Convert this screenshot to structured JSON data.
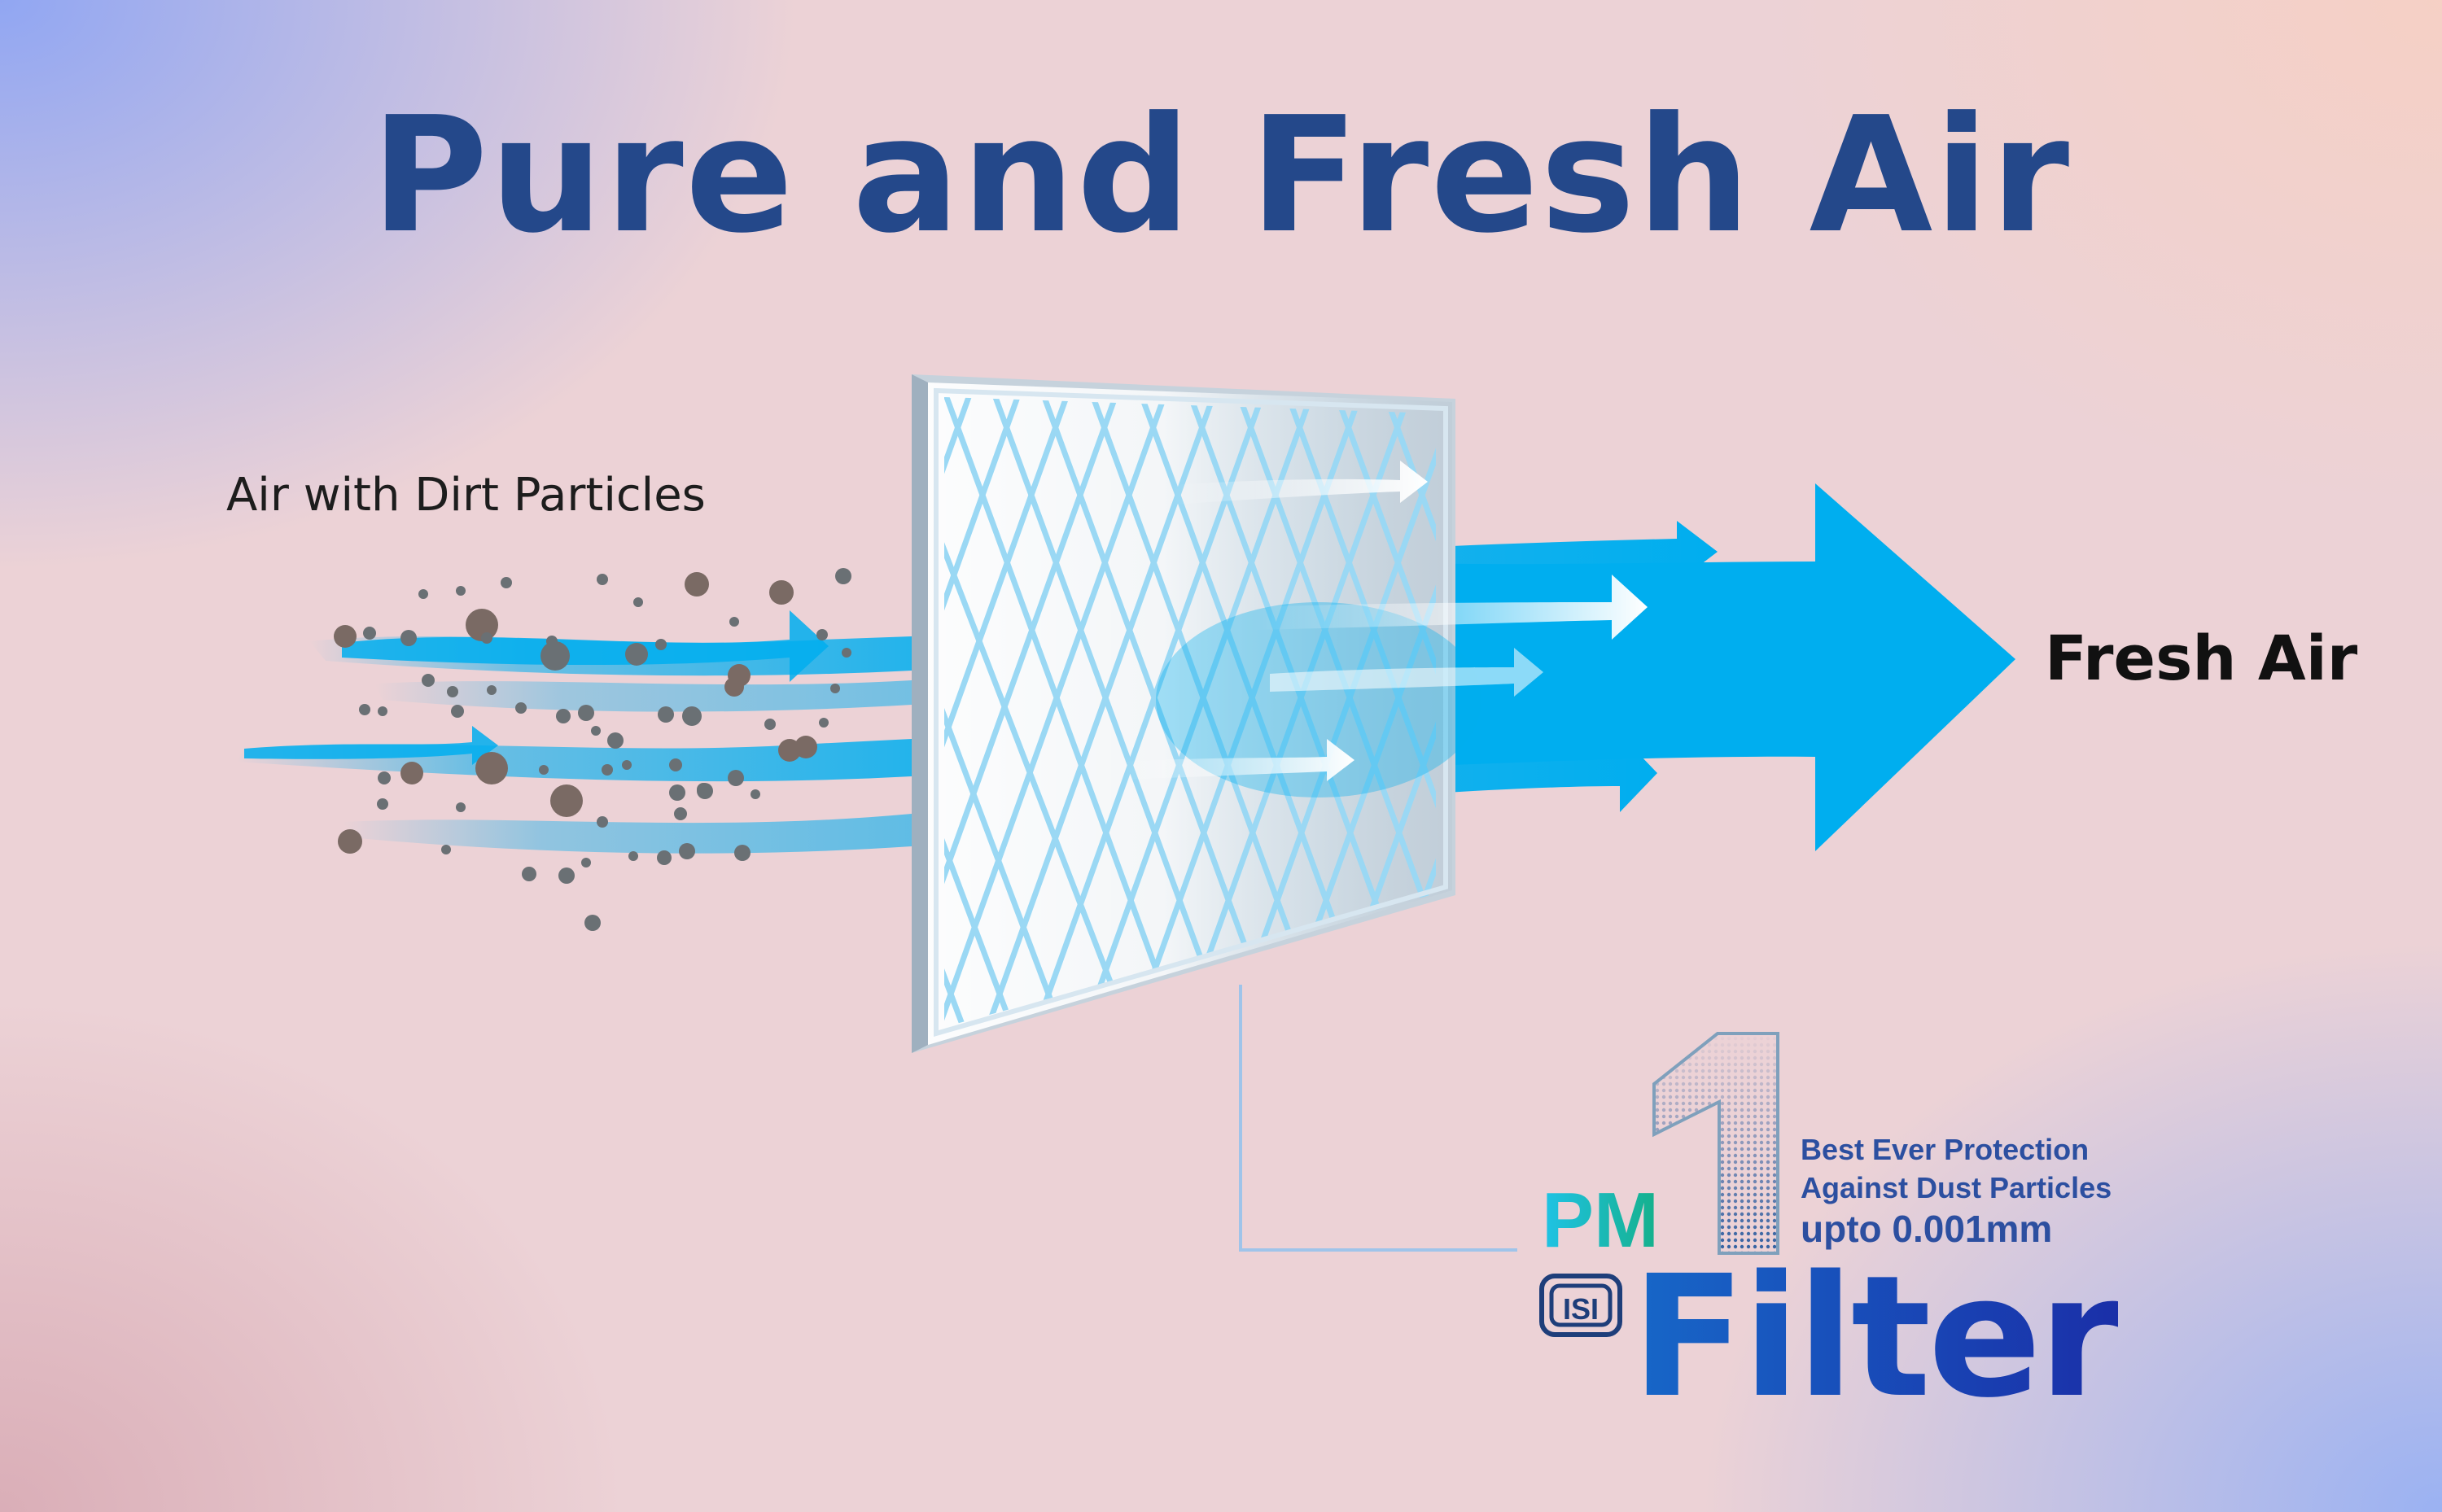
{
  "title": "Pure and Fresh Air",
  "labels": {
    "input": "Air with Dirt Particles",
    "output": "Fresh Air"
  },
  "logo": {
    "digit": "1",
    "prefix": "PM",
    "word": "Filter",
    "tagline_1": "Best Ever Protection",
    "tagline_2": "Against Dust Particles",
    "tagline_3": "upto 0.001mm",
    "mark": "ISI"
  },
  "colors": {
    "title": "#24488a",
    "air_flow": "#00aeef",
    "filter_mesh": "#a8dcf5",
    "particles": [
      "#7a6a64",
      "#6a7074"
    ],
    "logo_blue": "#1a2fa8"
  }
}
